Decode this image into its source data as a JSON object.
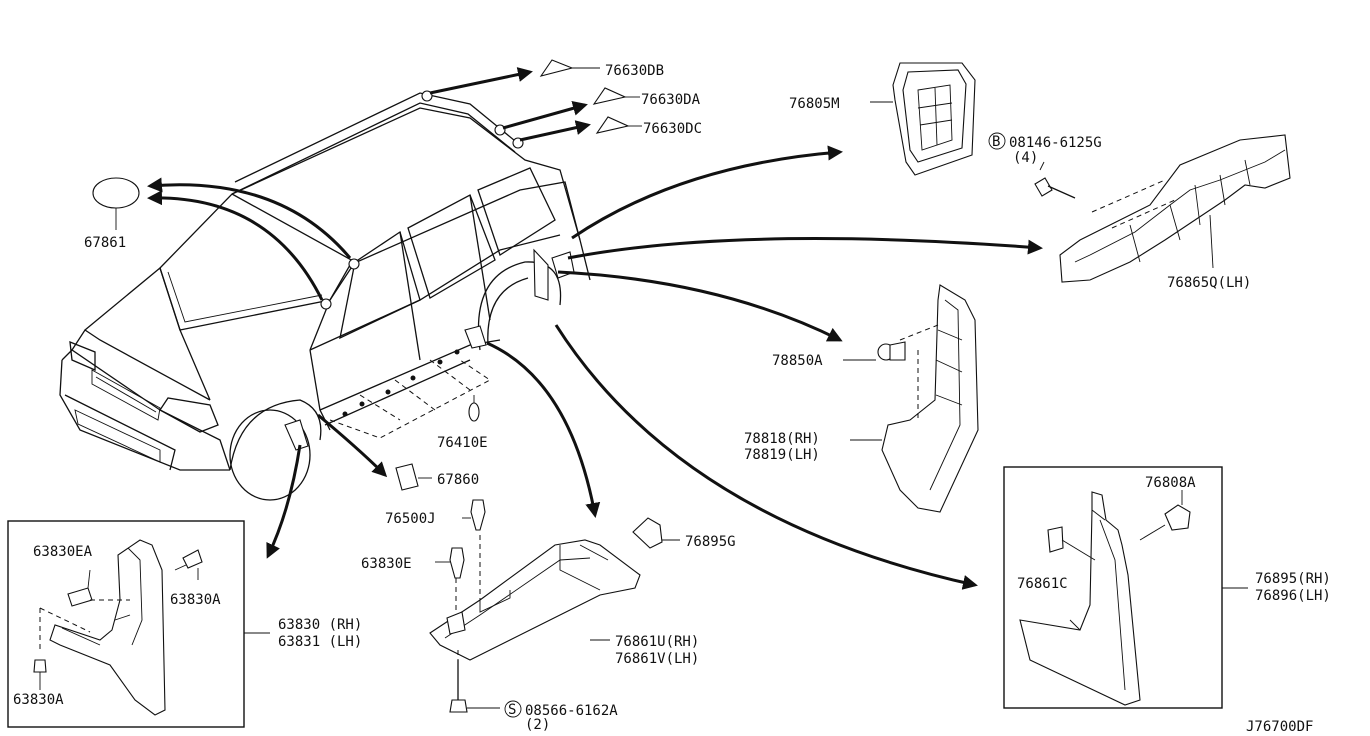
{
  "parts": {
    "p76630DB": "76630DB",
    "p76630DA": "76630DA",
    "p76630DC": "76630DC",
    "p76805M": "76805M",
    "p08146": "08146-6125G",
    "p08146_qty": "(4)",
    "p76865Q": "76865Q(LH)",
    "p67861": "67861",
    "p78850A": "78850A",
    "p78818": "78818(RH)",
    "p78819": "78819(LH)",
    "p76410E": "76410E",
    "p67860": "67860",
    "p76500J": "76500J",
    "p63830E": "63830E",
    "p76895G": "76895G",
    "p76861U": "76861U(RH)",
    "p76861V": "76861V(LH)",
    "p08566": "08566-6162A",
    "p08566_qty": "(2)",
    "p63830EA": "63830EA",
    "p63830A_top": "63830A",
    "p63830": "63830 (RH)",
    "p63831": "63831 (LH)",
    "p63830A_bot": "63830A",
    "p76808A": "76808A",
    "p76861C": "76861C",
    "p76895": "76895(RH)",
    "p76896": "76896(LH)"
  },
  "markers": {
    "bolt_b": "B",
    "screw_s": "S"
  },
  "diagram_code": "J76700DF"
}
